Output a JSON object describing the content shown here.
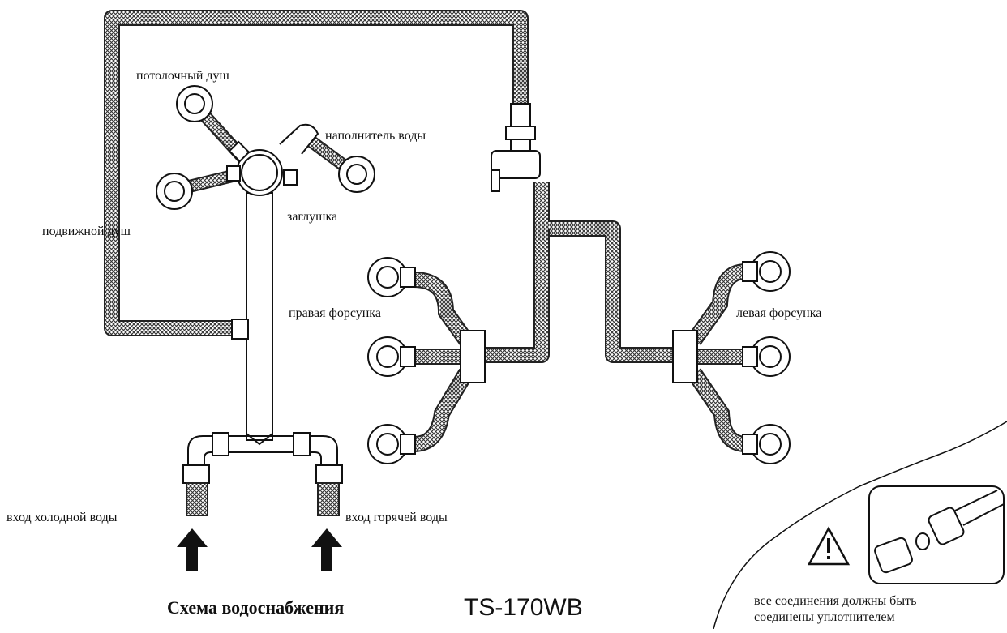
{
  "labels": {
    "ceiling_shower": "потолочный душ",
    "water_filler": "наполнитель воды",
    "plug": "заглушка",
    "hand_shower": "подвижной душ",
    "right_nozzle": "правая форсунка",
    "left_nozzle": "левая форсунка",
    "cold_inlet": "вход холодной воды",
    "hot_inlet": "вход горячей воды"
  },
  "title": "Схема водоснабжения",
  "model": "TS-170WB",
  "note": {
    "line1": "все соединения должны быть",
    "line2": "соединены уплотнителем"
  }
}
